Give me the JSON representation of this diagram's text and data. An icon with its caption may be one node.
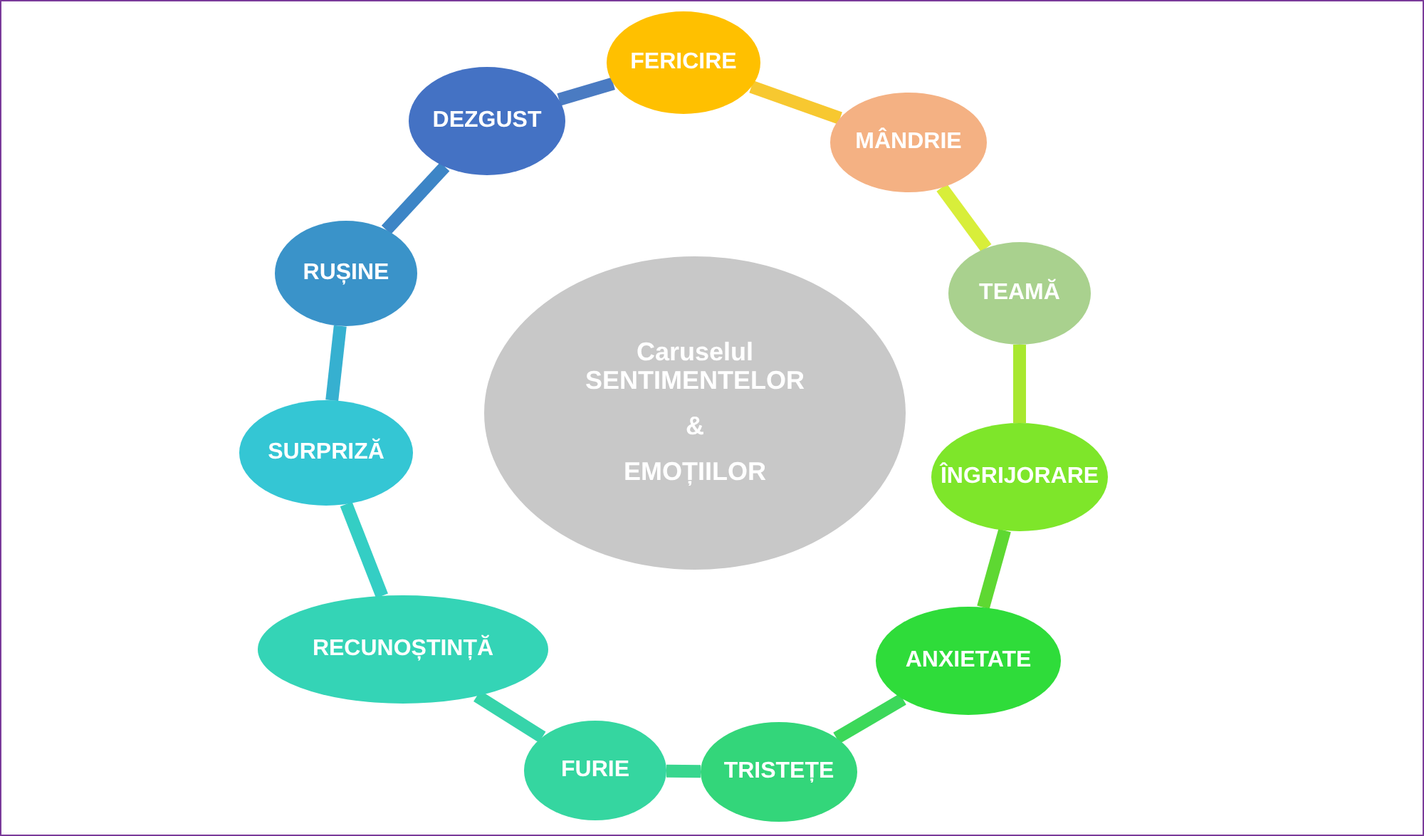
{
  "diagram": {
    "nodes": [
      {
        "text": [
          "Caruselul SENTIMENTELOR",
          "&",
          "EMOȚIILOR"
        ]
      },
      {
        "text": [
          "FERICIRE"
        ]
      },
      {
        "text": [
          "MÂNDRIE"
        ]
      },
      {
        "text": [
          "TEAMĂ"
        ]
      },
      {
        "text": [
          "ÎNGRIJORARE"
        ]
      },
      {
        "text": [
          "ANXIETATE"
        ]
      },
      {
        "text": [
          "TRISTEȚE"
        ]
      },
      {
        "text": [
          "FURIE"
        ]
      },
      {
        "text": [
          "RECUNOȘTINȚĂ"
        ]
      },
      {
        "text": [
          "SURPRIZĂ"
        ]
      },
      {
        "text": [
          "RUȘINE"
        ]
      },
      {
        "text": [
          "DEZGUST"
        ]
      }
    ],
    "edges": [
      {
        "from": 1,
        "to": 2,
        "arrow": "none",
        "color": "#f7c830"
      },
      {
        "from": 2,
        "to": 3,
        "arrow": "none",
        "color": "#d8ee3a"
      },
      {
        "from": 3,
        "to": 4,
        "arrow": "none",
        "color": "#a8e830"
      },
      {
        "from": 4,
        "to": 5,
        "arrow": "none",
        "color": "#5ed832"
      },
      {
        "from": 5,
        "to": 6,
        "arrow": "none",
        "color": "#3cd85a"
      },
      {
        "from": 6,
        "to": 7,
        "arrow": "none",
        "color": "#38d68e"
      },
      {
        "from": 7,
        "to": 8,
        "arrow": "none",
        "color": "#36d4aa"
      },
      {
        "from": 8,
        "to": 9,
        "arrow": "none",
        "color": "#34cec4"
      },
      {
        "from": 9,
        "to": 10,
        "arrow": "none",
        "color": "#36b0d0"
      },
      {
        "from": 10,
        "to": 11,
        "arrow": "none",
        "color": "#3d85c6"
      },
      {
        "from": 11,
        "to": 1,
        "arrow": "none",
        "color": "#4a7bc2"
      }
    ]
  }
}
